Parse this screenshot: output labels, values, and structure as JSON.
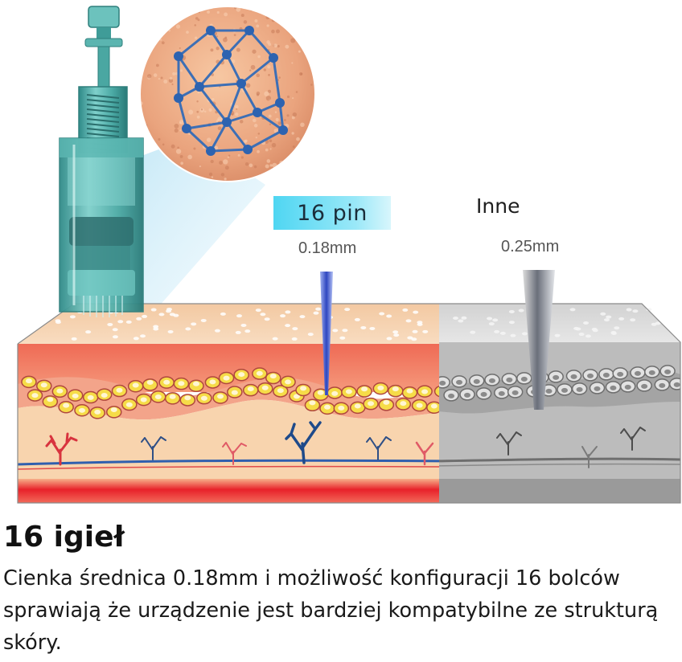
{
  "labels": {
    "pin_tag": "16 pin",
    "other": "Inne",
    "size_left": "0.18mm",
    "size_right": "0.25mm"
  },
  "text": {
    "heading": "16 igieł",
    "description": "Cienka średnica 0.18mm i możliwość konfiguracji 16 bolców sprawiają że urządzenie jest bardziej kompatybilne ze strukturą skóry."
  },
  "colors": {
    "dermis_red": "#f07a62",
    "fat_cell_yellow": "#f5d94a",
    "deep_layer": "#f8cfa6",
    "blood_line": "#e42a32",
    "nerve_blue": "#2d4f86",
    "cartridge_teal": "#4aaaa6",
    "pin_tag_cyan": "#4fd6f2",
    "gray_section": "#bdbdbd",
    "needle_blue": "#3a52c8"
  }
}
